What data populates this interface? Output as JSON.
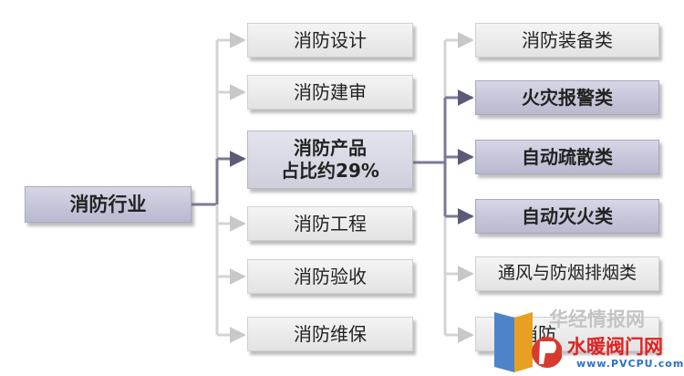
{
  "root": {
    "label": "消防行业"
  },
  "level1": [
    {
      "id": "design",
      "label": "消防设计",
      "highlight": false
    },
    {
      "id": "review",
      "label": "消防建审",
      "highlight": false
    },
    {
      "id": "products",
      "label": "消防产品\n占比约29%",
      "highlight": true
    },
    {
      "id": "engineering",
      "label": "消防工程",
      "highlight": false
    },
    {
      "id": "acceptance",
      "label": "消防验收",
      "highlight": false
    },
    {
      "id": "maintenance",
      "label": "消防维保",
      "highlight": false
    }
  ],
  "level2": [
    {
      "id": "equipment",
      "label": "消防装备类",
      "highlight": false
    },
    {
      "id": "fire-alarm",
      "label": "火灾报警类",
      "highlight": true
    },
    {
      "id": "evacuation",
      "label": "自动疏散类",
      "highlight": true
    },
    {
      "id": "extinguishing",
      "label": "自动灭火类",
      "highlight": true
    },
    {
      "id": "smoke-exhaust",
      "label": "通风与防烟排烟类",
      "highlight": false
    },
    {
      "id": "other",
      "label": "消防",
      "highlight": false
    }
  ],
  "watermark": {
    "line1": "华经情报网",
    "line2": "水暖阀门网",
    "line3": "www.PVCPU.com",
    "colors": {
      "gray": "#c4c4c4",
      "red": "#e0201f",
      "blue": "#2a6fcf"
    }
  }
}
